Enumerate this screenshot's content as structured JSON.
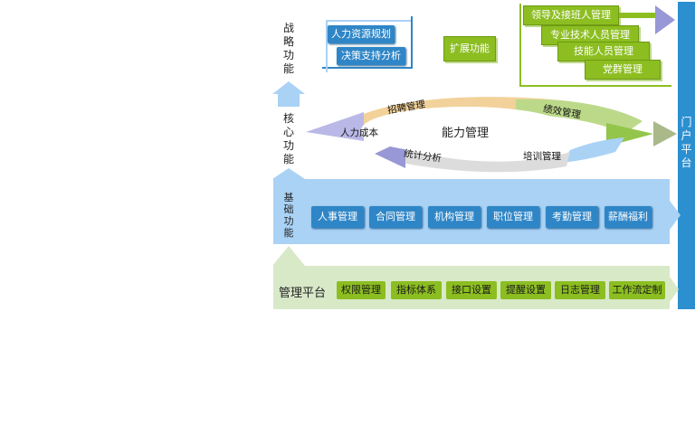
{
  "tiers": {
    "strategy": "战略功能",
    "core": "核心功能",
    "basic": "基础功能",
    "platform": "管理平台",
    "portal": "门户平台"
  },
  "strategy": {
    "decision_box": [
      "人力资源规划",
      "决策支持分析"
    ],
    "extend": "扩展功能",
    "stair": [
      "领导及接班人管理",
      "专业技术人员管理",
      "技能人员管理",
      "党群管理"
    ]
  },
  "core": {
    "center": "能力管理",
    "ring": [
      "招聘管理",
      "绩效管理",
      "培训管理",
      "统计分析",
      "人力成本"
    ]
  },
  "basic": {
    "items": [
      "人事管理",
      "合同管理",
      "机构管理",
      "职位管理",
      "考勤管理",
      "薪酬福利"
    ]
  },
  "platform": {
    "items": [
      "权限管理",
      "指标体系",
      "接口设置",
      "提醒设置",
      "日志管理",
      "工作流定制"
    ]
  },
  "colors": {
    "green": "#8cbe21",
    "blue": "#2f86c7",
    "light_blue": "#a9d2f5",
    "light_green": "#d8e9c8",
    "portal": "#2b8fd0",
    "purple": "#9898d6"
  }
}
